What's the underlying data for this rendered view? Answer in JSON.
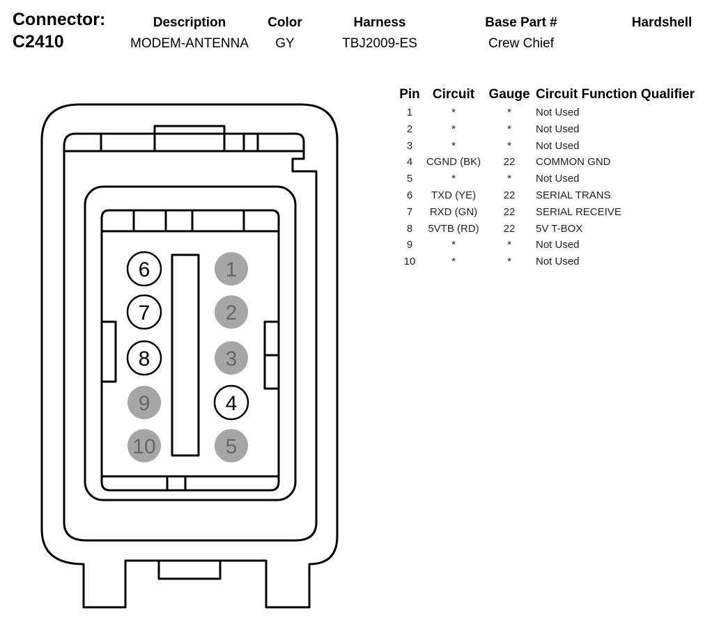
{
  "header": {
    "connector_label": "Connector:",
    "connector_id": "C2410",
    "description_label": "Description",
    "description_value": "MODEM-ANTENNA",
    "color_label": "Color",
    "color_value": "GY",
    "harness_label": "Harness",
    "harness_value": "TBJ2009-ES",
    "base_part_label": "Base Part #",
    "base_part_value": "Crew Chief",
    "hardshell_label": "Hardshell"
  },
  "table": {
    "headers": [
      "Pin",
      "Circuit",
      "Gauge",
      "Circuit Function Qualifier"
    ],
    "rows": [
      {
        "pin": "1",
        "circuit": "*",
        "gauge": "*",
        "function": "Not Used"
      },
      {
        "pin": "2",
        "circuit": "*",
        "gauge": "*",
        "function": "Not Used"
      },
      {
        "pin": "3",
        "circuit": "*",
        "gauge": "*",
        "function": "Not Used"
      },
      {
        "pin": "4",
        "circuit": "CGND (BK)",
        "gauge": "22",
        "function": "COMMON GND"
      },
      {
        "pin": "5",
        "circuit": "*",
        "gauge": "*",
        "function": "Not Used"
      },
      {
        "pin": "6",
        "circuit": "TXD (YE)",
        "gauge": "22",
        "function": "SERIAL TRANS"
      },
      {
        "pin": "7",
        "circuit": "RXD (GN)",
        "gauge": "22",
        "function": "SERIAL RECEIVE"
      },
      {
        "pin": "8",
        "circuit": "5VTB (RD)",
        "gauge": "22",
        "function": "5V T-BOX"
      },
      {
        "pin": "9",
        "circuit": "*",
        "gauge": "*",
        "function": "Not Used"
      },
      {
        "pin": "10",
        "circuit": "*",
        "gauge": "*",
        "function": "Not Used"
      }
    ]
  },
  "connector_pins": [
    {
      "label": "6",
      "used": true
    },
    {
      "label": "7",
      "used": true
    },
    {
      "label": "8",
      "used": true
    },
    {
      "label": "9",
      "used": false
    },
    {
      "label": "10",
      "used": false
    },
    {
      "label": "1",
      "used": false
    },
    {
      "label": "2",
      "used": false
    },
    {
      "label": "3",
      "used": false
    },
    {
      "label": "4",
      "used": true
    },
    {
      "label": "5",
      "used": false
    }
  ],
  "colors": {
    "used_pin_fill": "#ffffff",
    "unused_pin_fill": "#a6a6a6",
    "unused_pin_text": "#666666",
    "outline": "#000000"
  }
}
